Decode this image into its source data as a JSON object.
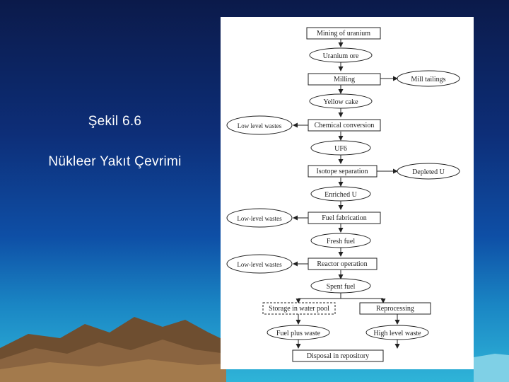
{
  "slide": {
    "caption_line1": "Şekil 6.6",
    "caption_line2": "Nükleer Yakıt Çevrimi"
  },
  "diagram": {
    "main_steps": [
      "Mining of uranium",
      "Uranium ore",
      "Milling",
      "Yellow cake",
      "Chemical conversion",
      "UF6",
      "Isotope separation",
      "Enriched U",
      "Fuel fabrication",
      "Fresh fuel",
      "Reactor operation",
      "Spent fuel"
    ],
    "side_outputs": {
      "mill_tailings": "Mill tailings",
      "low_level_wastes_1": "Low level wastes",
      "depleted_u": "Depleted U",
      "low_level_wastes_2": "Low-level wastes",
      "low_level_wastes_3": "Low-level wastes"
    },
    "back_end": {
      "storage": "Storage in water pool",
      "reprocessing": "Reprocessing",
      "fuel_plus_waste": "Fuel plus waste",
      "high_level_waste": "High level waste",
      "disposal": "Disposal in repository"
    }
  }
}
